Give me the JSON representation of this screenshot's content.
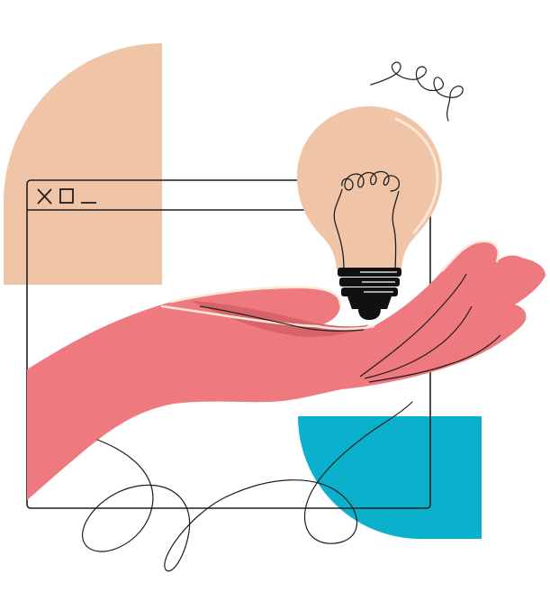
{
  "illustration": {
    "colors": {
      "peach": "#F0C5A7",
      "pink": "#EE7A80",
      "teal": "#0BB1CC",
      "outline": "#1E1E1E",
      "cream": "#FBE7D5",
      "bulb_base": "#111111",
      "background": "#FFFFFF"
    },
    "window": {
      "controls": [
        "close-icon",
        "maximize-icon",
        "minimize-icon"
      ]
    },
    "elements": [
      "peach-quarter-circle",
      "browser-window",
      "light-bulb",
      "open-hand",
      "teal-quarter-circle",
      "squiggle-lines"
    ]
  }
}
